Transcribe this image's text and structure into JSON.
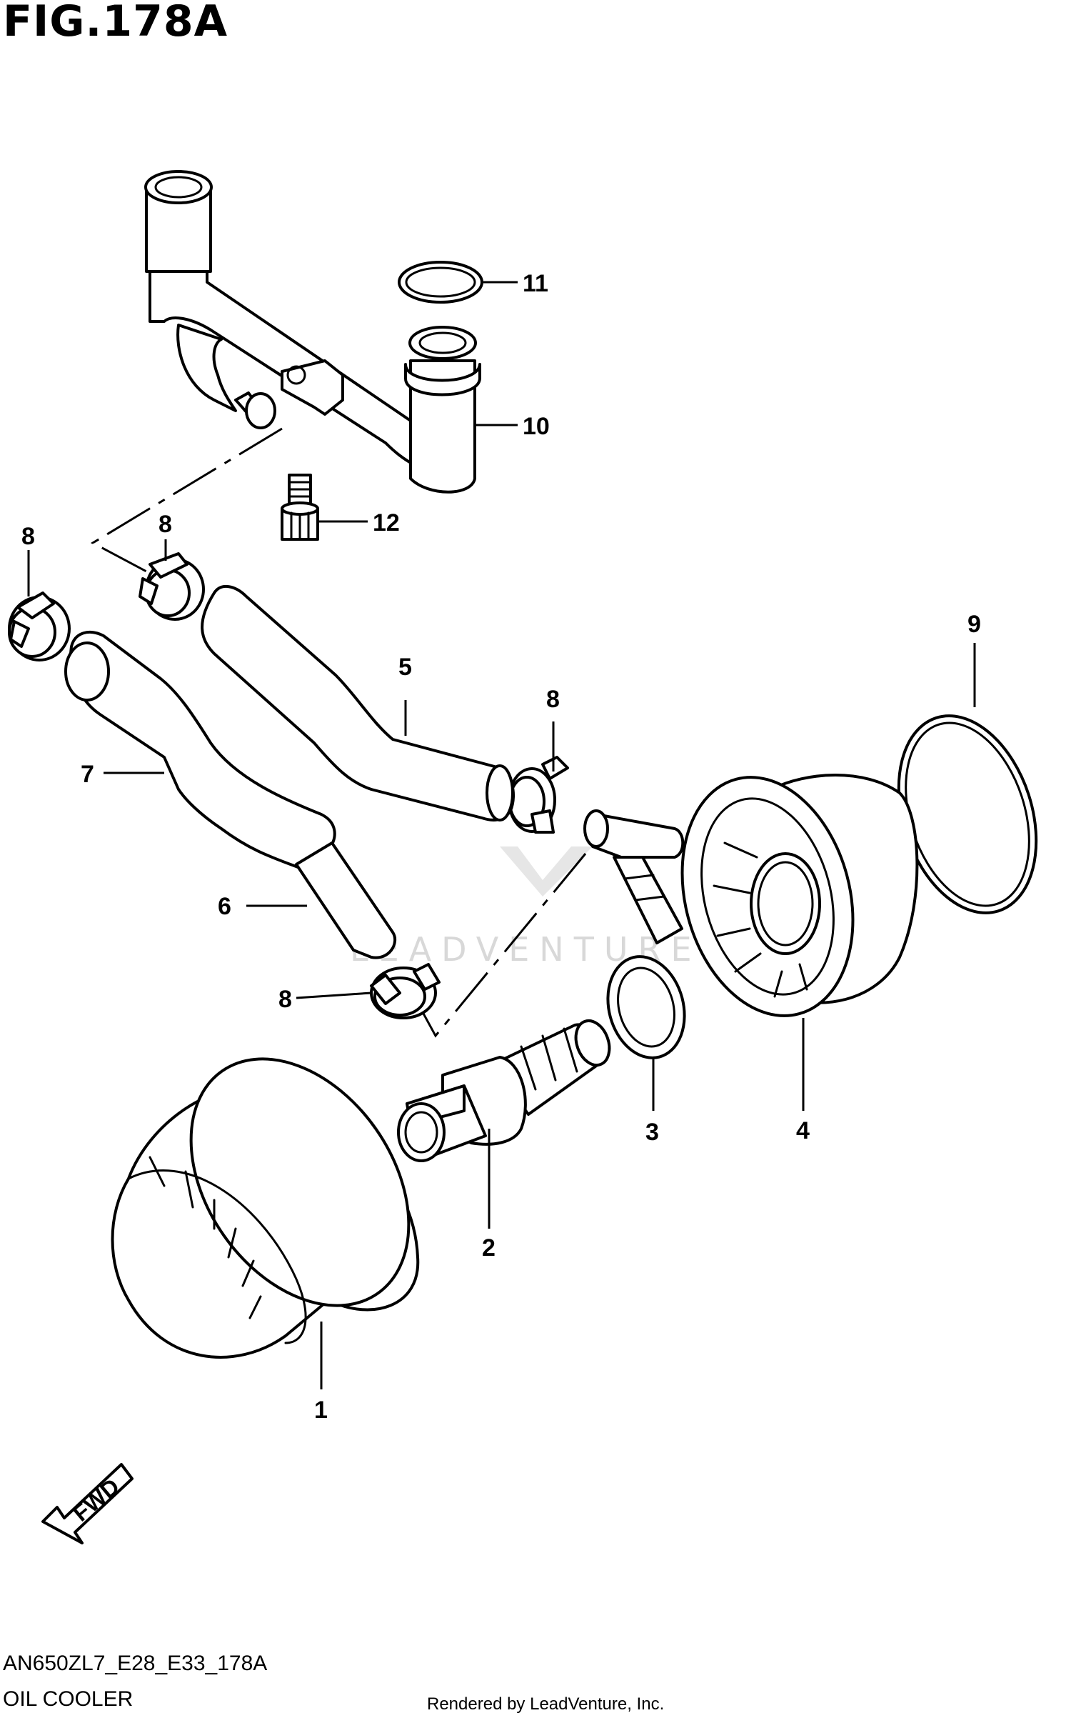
{
  "figure": {
    "title": "FIG.178A",
    "code": "AN650ZL7_E28_E33_178A",
    "name": "OIL COOLER",
    "credit": "Rendered by LeadVenture, Inc.",
    "watermark": "LEADVENTURE",
    "fwd_label": "FWD"
  },
  "callouts": {
    "c1": "1",
    "c2": "2",
    "c3": "3",
    "c4": "4",
    "c5": "5",
    "c6": "6",
    "c7": "7",
    "c8a": "8",
    "c8b": "8",
    "c8c": "8",
    "c8d": "8",
    "c9": "9",
    "c10": "10",
    "c11": "11",
    "c12": "12"
  },
  "parts": [
    {
      "no": "1",
      "icon": "oil-filter-icon"
    },
    {
      "no": "2",
      "icon": "union-bolt-icon"
    },
    {
      "no": "3",
      "icon": "gasket-icon"
    },
    {
      "no": "4",
      "icon": "oil-cooler-icon"
    },
    {
      "no": "5",
      "icon": "hose-icon"
    },
    {
      "no": "6",
      "icon": "hose-icon"
    },
    {
      "no": "7",
      "icon": "hose-icon"
    },
    {
      "no": "8",
      "icon": "clamp-icon"
    },
    {
      "no": "9",
      "icon": "o-ring-icon"
    },
    {
      "no": "10",
      "icon": "pipe-icon"
    },
    {
      "no": "11",
      "icon": "o-ring-icon"
    },
    {
      "no": "12",
      "icon": "bolt-icon"
    }
  ]
}
